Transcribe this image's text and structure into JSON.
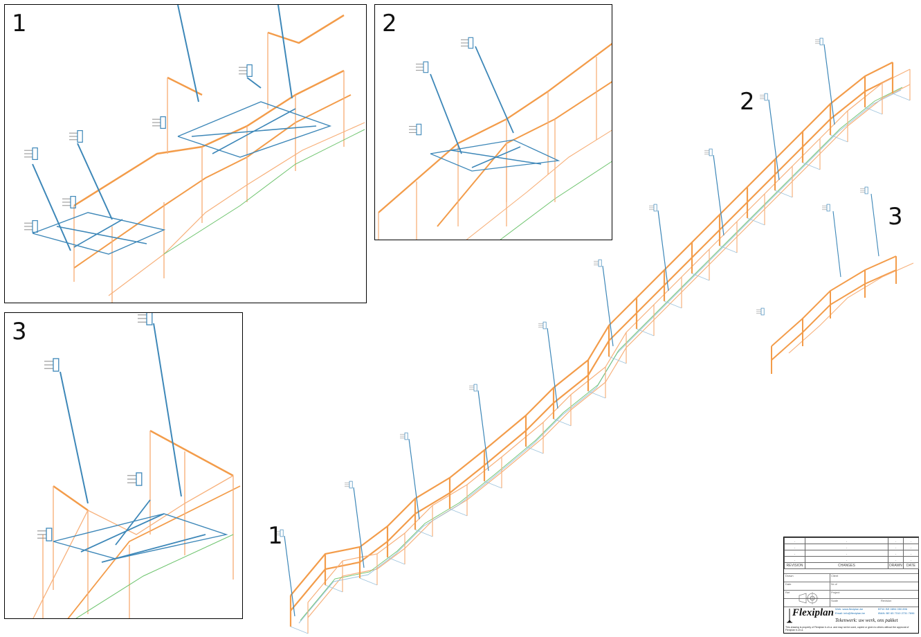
{
  "details": [
    {
      "id": "detail-1",
      "label": "1"
    },
    {
      "id": "detail-2",
      "label": "2"
    },
    {
      "id": "detail-3",
      "label": "3"
    }
  ],
  "main_callouts": [
    "1",
    "2",
    "3"
  ],
  "colors": {
    "handrail": "#f39c4a",
    "handrail_light": "#f7b07a",
    "steel_blue": "#3d87b8",
    "steel_light": "#9cc3dc",
    "stringer_green": "#6cc36c",
    "anchor_grey": "#888888"
  },
  "title_block": {
    "revision_rows": [
      [
        "-",
        "-",
        "-",
        "-"
      ],
      [
        "-",
        "-",
        "-",
        "-"
      ],
      [
        "-",
        "-",
        "-",
        "-"
      ],
      [
        "-",
        "-",
        "-",
        "-"
      ]
    ],
    "headers": [
      "REVISION",
      "CHANGES",
      "DRAWN",
      "DATE"
    ],
    "fields": {
      "drawn": "Drawn",
      "client": "Client",
      "date": "Date",
      "nr_of": "Nr of",
      "ref": "Ref",
      "project": "Project",
      "scale": "Scale",
      "revision": "Revision"
    },
    "brand": "Flexiplan",
    "slogan": "Tekenwerk: uw werk, ons pakket",
    "web": "Web: www.flexiplan.be",
    "email": "Email: info@flexiplan.be",
    "btw": "BTW: BE 0894 050 896",
    "iban": "IBAN: BE 65 7310 2731 7696",
    "disclaimer": "This drawing is property of Flexiplan b.v.b.a. and may not be used, copied or given to others without the approval of Flexiplan b.v.b.a."
  }
}
